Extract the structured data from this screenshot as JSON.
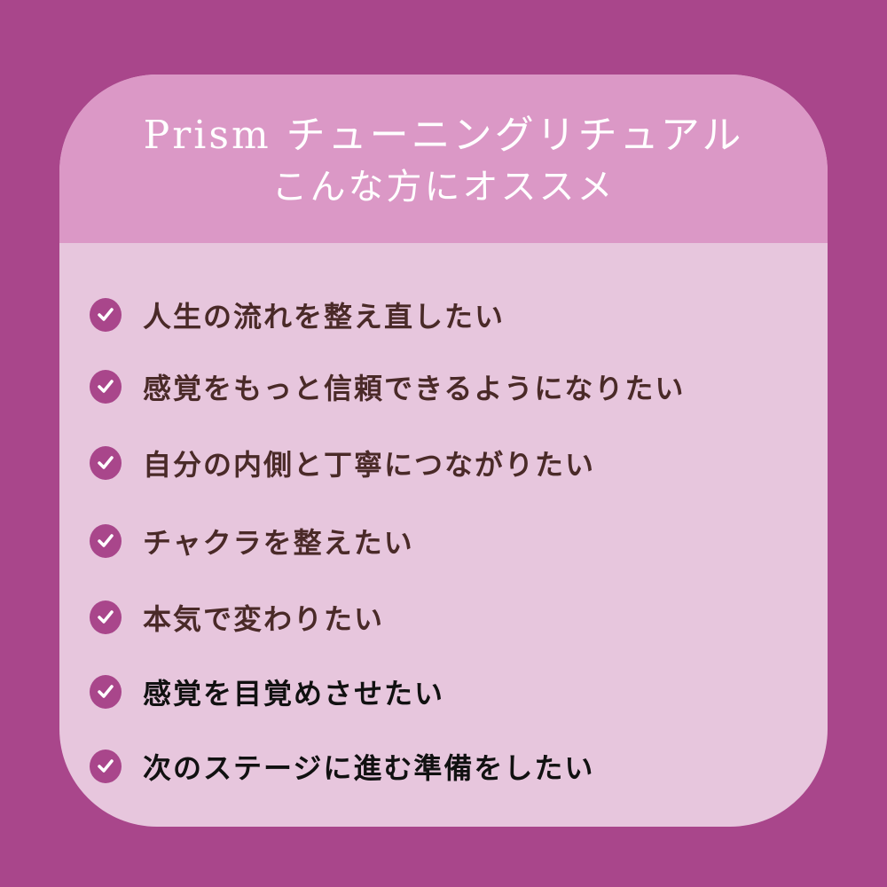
{
  "colors": {
    "background": "#a9468b",
    "header": "#db98c6",
    "card": "#e7c6dd",
    "check": "#a9468b",
    "text": "#4a2a28"
  },
  "header": {
    "title_line1": "Prism チューニングリチュアル",
    "title_line2": "こんな方にオススメ"
  },
  "items": [
    {
      "icon": "check-circle-icon",
      "label": "人生の流れを整え直したい"
    },
    {
      "icon": "check-circle-icon",
      "label": "感覚をもっと信頼できるようになりたい"
    },
    {
      "icon": "check-circle-icon",
      "label": "自分の内側と丁寧につながりたい"
    },
    {
      "icon": "check-circle-icon",
      "label": "チャクラを整えたい"
    },
    {
      "icon": "check-circle-icon",
      "label": "本気で変わりたい"
    },
    {
      "icon": "check-circle-icon",
      "label": "感覚を目覚めさせたい"
    },
    {
      "icon": "check-circle-icon",
      "label": "次のステージに進む準備をしたい"
    }
  ]
}
